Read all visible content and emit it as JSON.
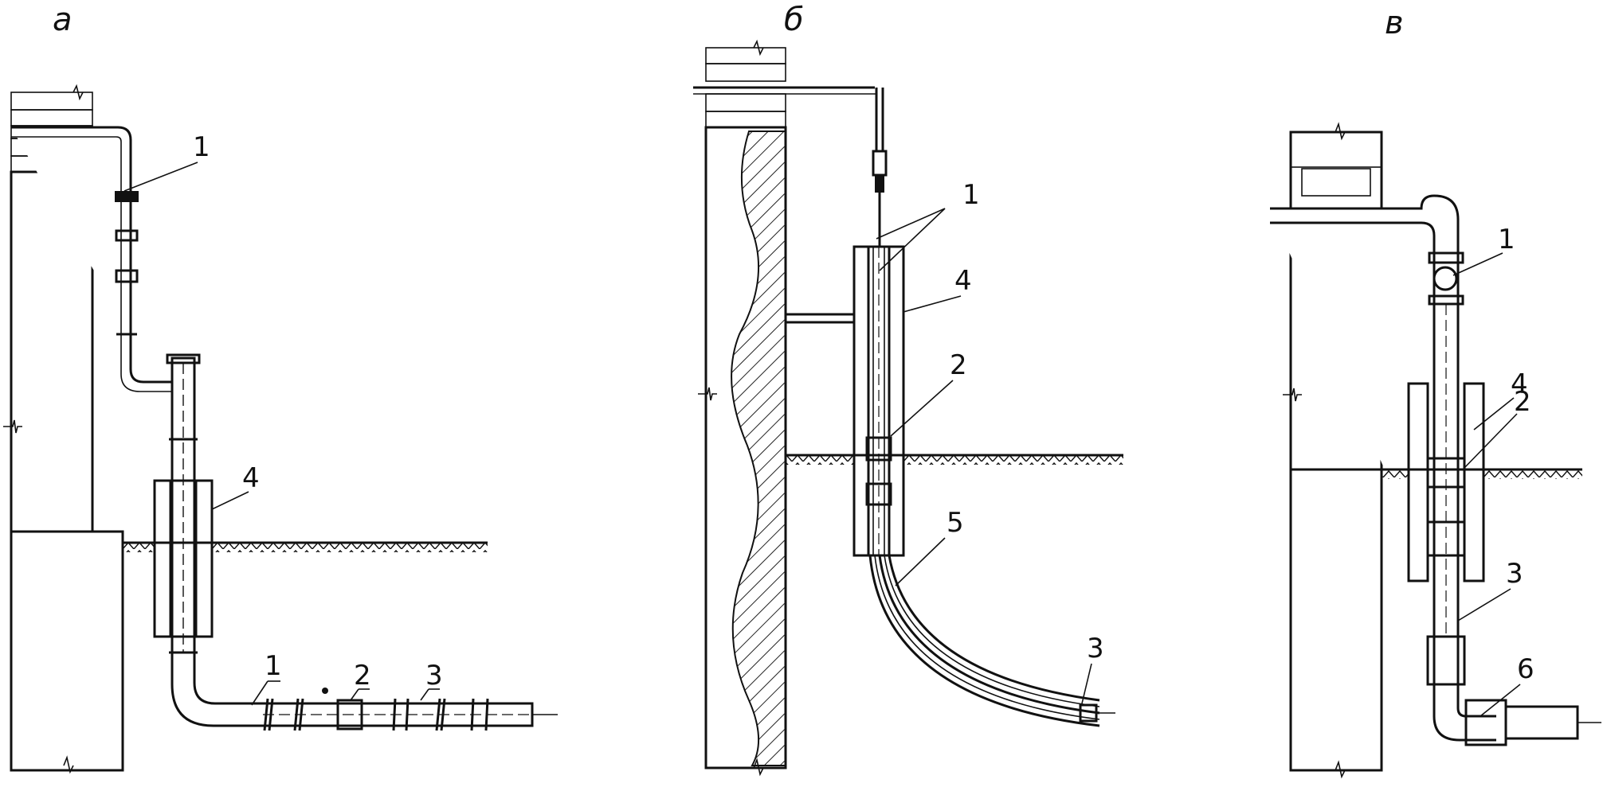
{
  "panels": {
    "a": {
      "label": "а",
      "callouts": [
        "1",
        "2",
        "3",
        "4",
        "1"
      ]
    },
    "b": {
      "label": "б",
      "callouts": [
        "1",
        "2",
        "3",
        "4",
        "5"
      ]
    },
    "c": {
      "label": "в",
      "callouts": [
        "1",
        "2",
        "3",
        "4",
        "6"
      ]
    }
  }
}
